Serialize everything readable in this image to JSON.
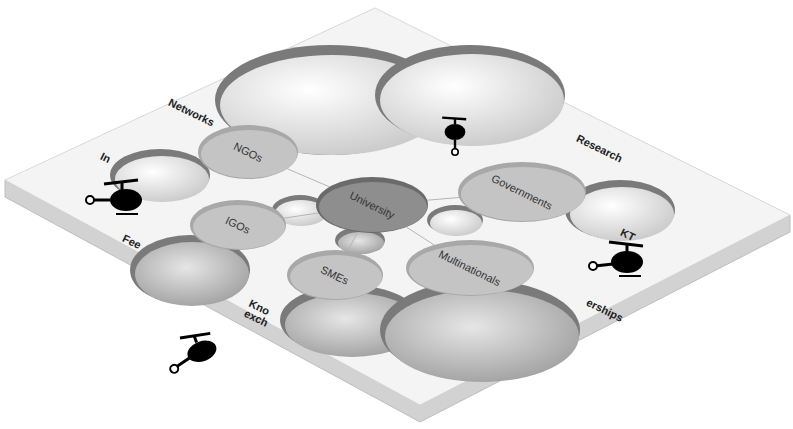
{
  "diagram": {
    "nodes": [
      {
        "text": [
          "University"
        ]
      },
      {
        "text": [
          "NGOs"
        ]
      },
      {
        "text": [
          "Governments"
        ]
      },
      {
        "text": [
          "IGOs"
        ]
      },
      {
        "text": [
          "Multinationals"
        ]
      },
      {
        "text": [
          "SMEs"
        ]
      }
    ],
    "edges": [
      {
        "from": 0,
        "to": 1,
        "arrow": "none"
      },
      {
        "from": 0,
        "to": 2,
        "arrow": "none"
      },
      {
        "from": 0,
        "to": 3,
        "arrow": "none"
      },
      {
        "from": 0,
        "to": 4,
        "arrow": "none"
      },
      {
        "from": 0,
        "to": 5,
        "arrow": "none"
      }
    ],
    "labels": [
      "Networks",
      "In",
      "Fee",
      "Research",
      "KT",
      "Kno exch",
      "erships"
    ]
  }
}
